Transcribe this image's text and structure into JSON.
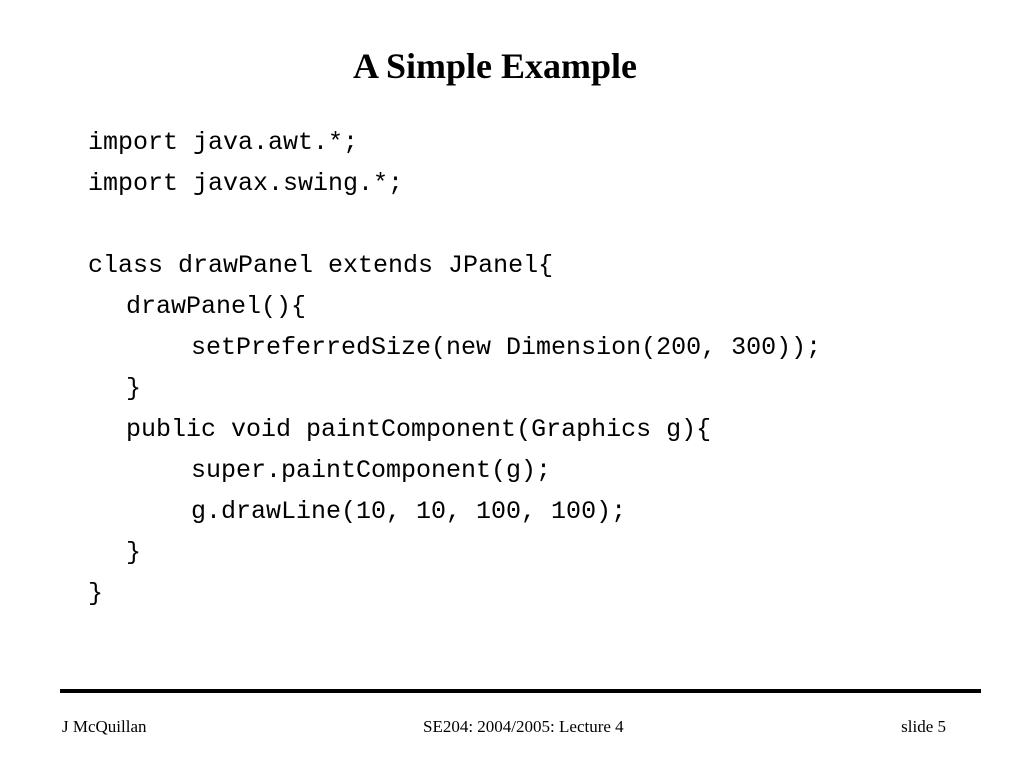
{
  "slide": {
    "title": "A Simple Example",
    "code_lines": [
      {
        "indent": 0,
        "text": "import java.awt.*;"
      },
      {
        "indent": 0,
        "text": "import javax.swing.*;"
      },
      {
        "indent": 0,
        "text": ""
      },
      {
        "indent": 0,
        "text": "class drawPanel extends JPanel{"
      },
      {
        "indent": 1,
        "text": "drawPanel(){"
      },
      {
        "indent": 2,
        "text": "setPreferredSize(new Dimension(200, 300));"
      },
      {
        "indent": 1,
        "text": "}"
      },
      {
        "indent": 1,
        "text": "public void paintComponent(Graphics g){"
      },
      {
        "indent": 2,
        "text": "super.paintComponent(g);"
      },
      {
        "indent": 2,
        "text": "g.drawLine(10, 10, 100, 100);"
      },
      {
        "indent": 1,
        "text": "}"
      },
      {
        "indent": 0,
        "text": "}"
      }
    ]
  },
  "footer": {
    "author": "J McQuillan",
    "course": "SE204: 2004/2005: Lecture 4",
    "slide_number": "slide 5"
  }
}
